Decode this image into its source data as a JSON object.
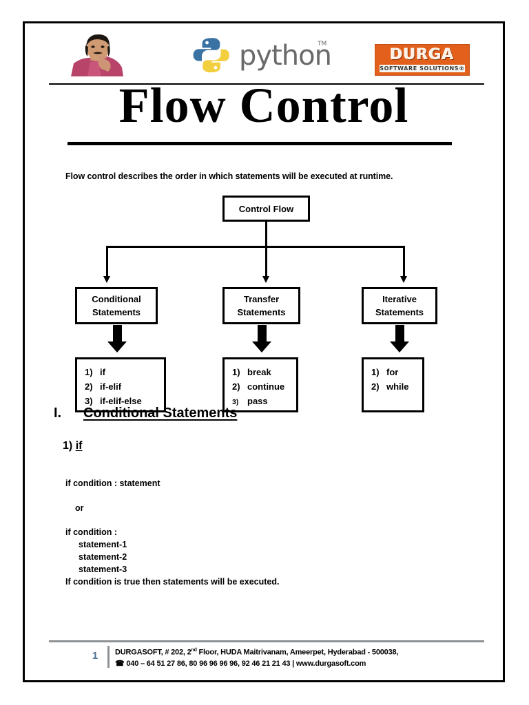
{
  "header": {
    "instructor_photo_alt": "instructor-photo",
    "python_logo_text": "python",
    "python_trademark": "TM",
    "durga_logo": {
      "word": "DURGA",
      "subtitle": "SOFTWARE SOLUTIONS",
      "registered_mark": "®",
      "bg_color": "#e2601b"
    }
  },
  "title": "Flow Control",
  "intro": "Flow control describes the order in which statements will be executed at runtime.",
  "flowchart": {
    "root": "Control Flow",
    "branches": [
      {
        "name": "conditional",
        "title_line_1": "Conditional",
        "title_line_2": "Statements",
        "items": [
          {
            "num": "1)",
            "label": "if"
          },
          {
            "num": "2)",
            "label": "if-elif"
          },
          {
            "num": "3)",
            "label": "if-elif-else"
          }
        ]
      },
      {
        "name": "transfer",
        "title_line_1": "Transfer",
        "title_line_2": "Statements",
        "items": [
          {
            "num": "1)",
            "label": "break"
          },
          {
            "num": "2)",
            "label": "continue"
          },
          {
            "num": "3)",
            "label": "pass"
          }
        ]
      },
      {
        "name": "iterative",
        "title_line_1": "Iterative",
        "title_line_2": "Statements",
        "items": [
          {
            "num": "1)",
            "label": "for"
          },
          {
            "num": "2)",
            "label": "while"
          }
        ]
      }
    ]
  },
  "section": {
    "roman": "I.",
    "heading": "Conditional Statements",
    "sub_number": "1)",
    "sub_keyword": "if",
    "code": {
      "line_1": "if condition : statement",
      "or": "or",
      "line_2": "if condition :",
      "statement_1": "statement-1",
      "statement_2": "statement-2",
      "statement_3": "statement-3",
      "conclusion": "If condition is true then statements will be executed."
    }
  },
  "footer": {
    "page_number": "1",
    "address_prefix": "DURGASOFT, # 202, 2",
    "address_sup": "nd",
    "address_rest": " Floor, HUDA Maitrivanam, Ameerpet, Hyderabad - 500038,",
    "phone_glyph": "☎",
    "contact": " 040 – 64 51 27 86, 80 96 96 96 96, 92 46 21 21 43 | www.durgasoft.com"
  }
}
